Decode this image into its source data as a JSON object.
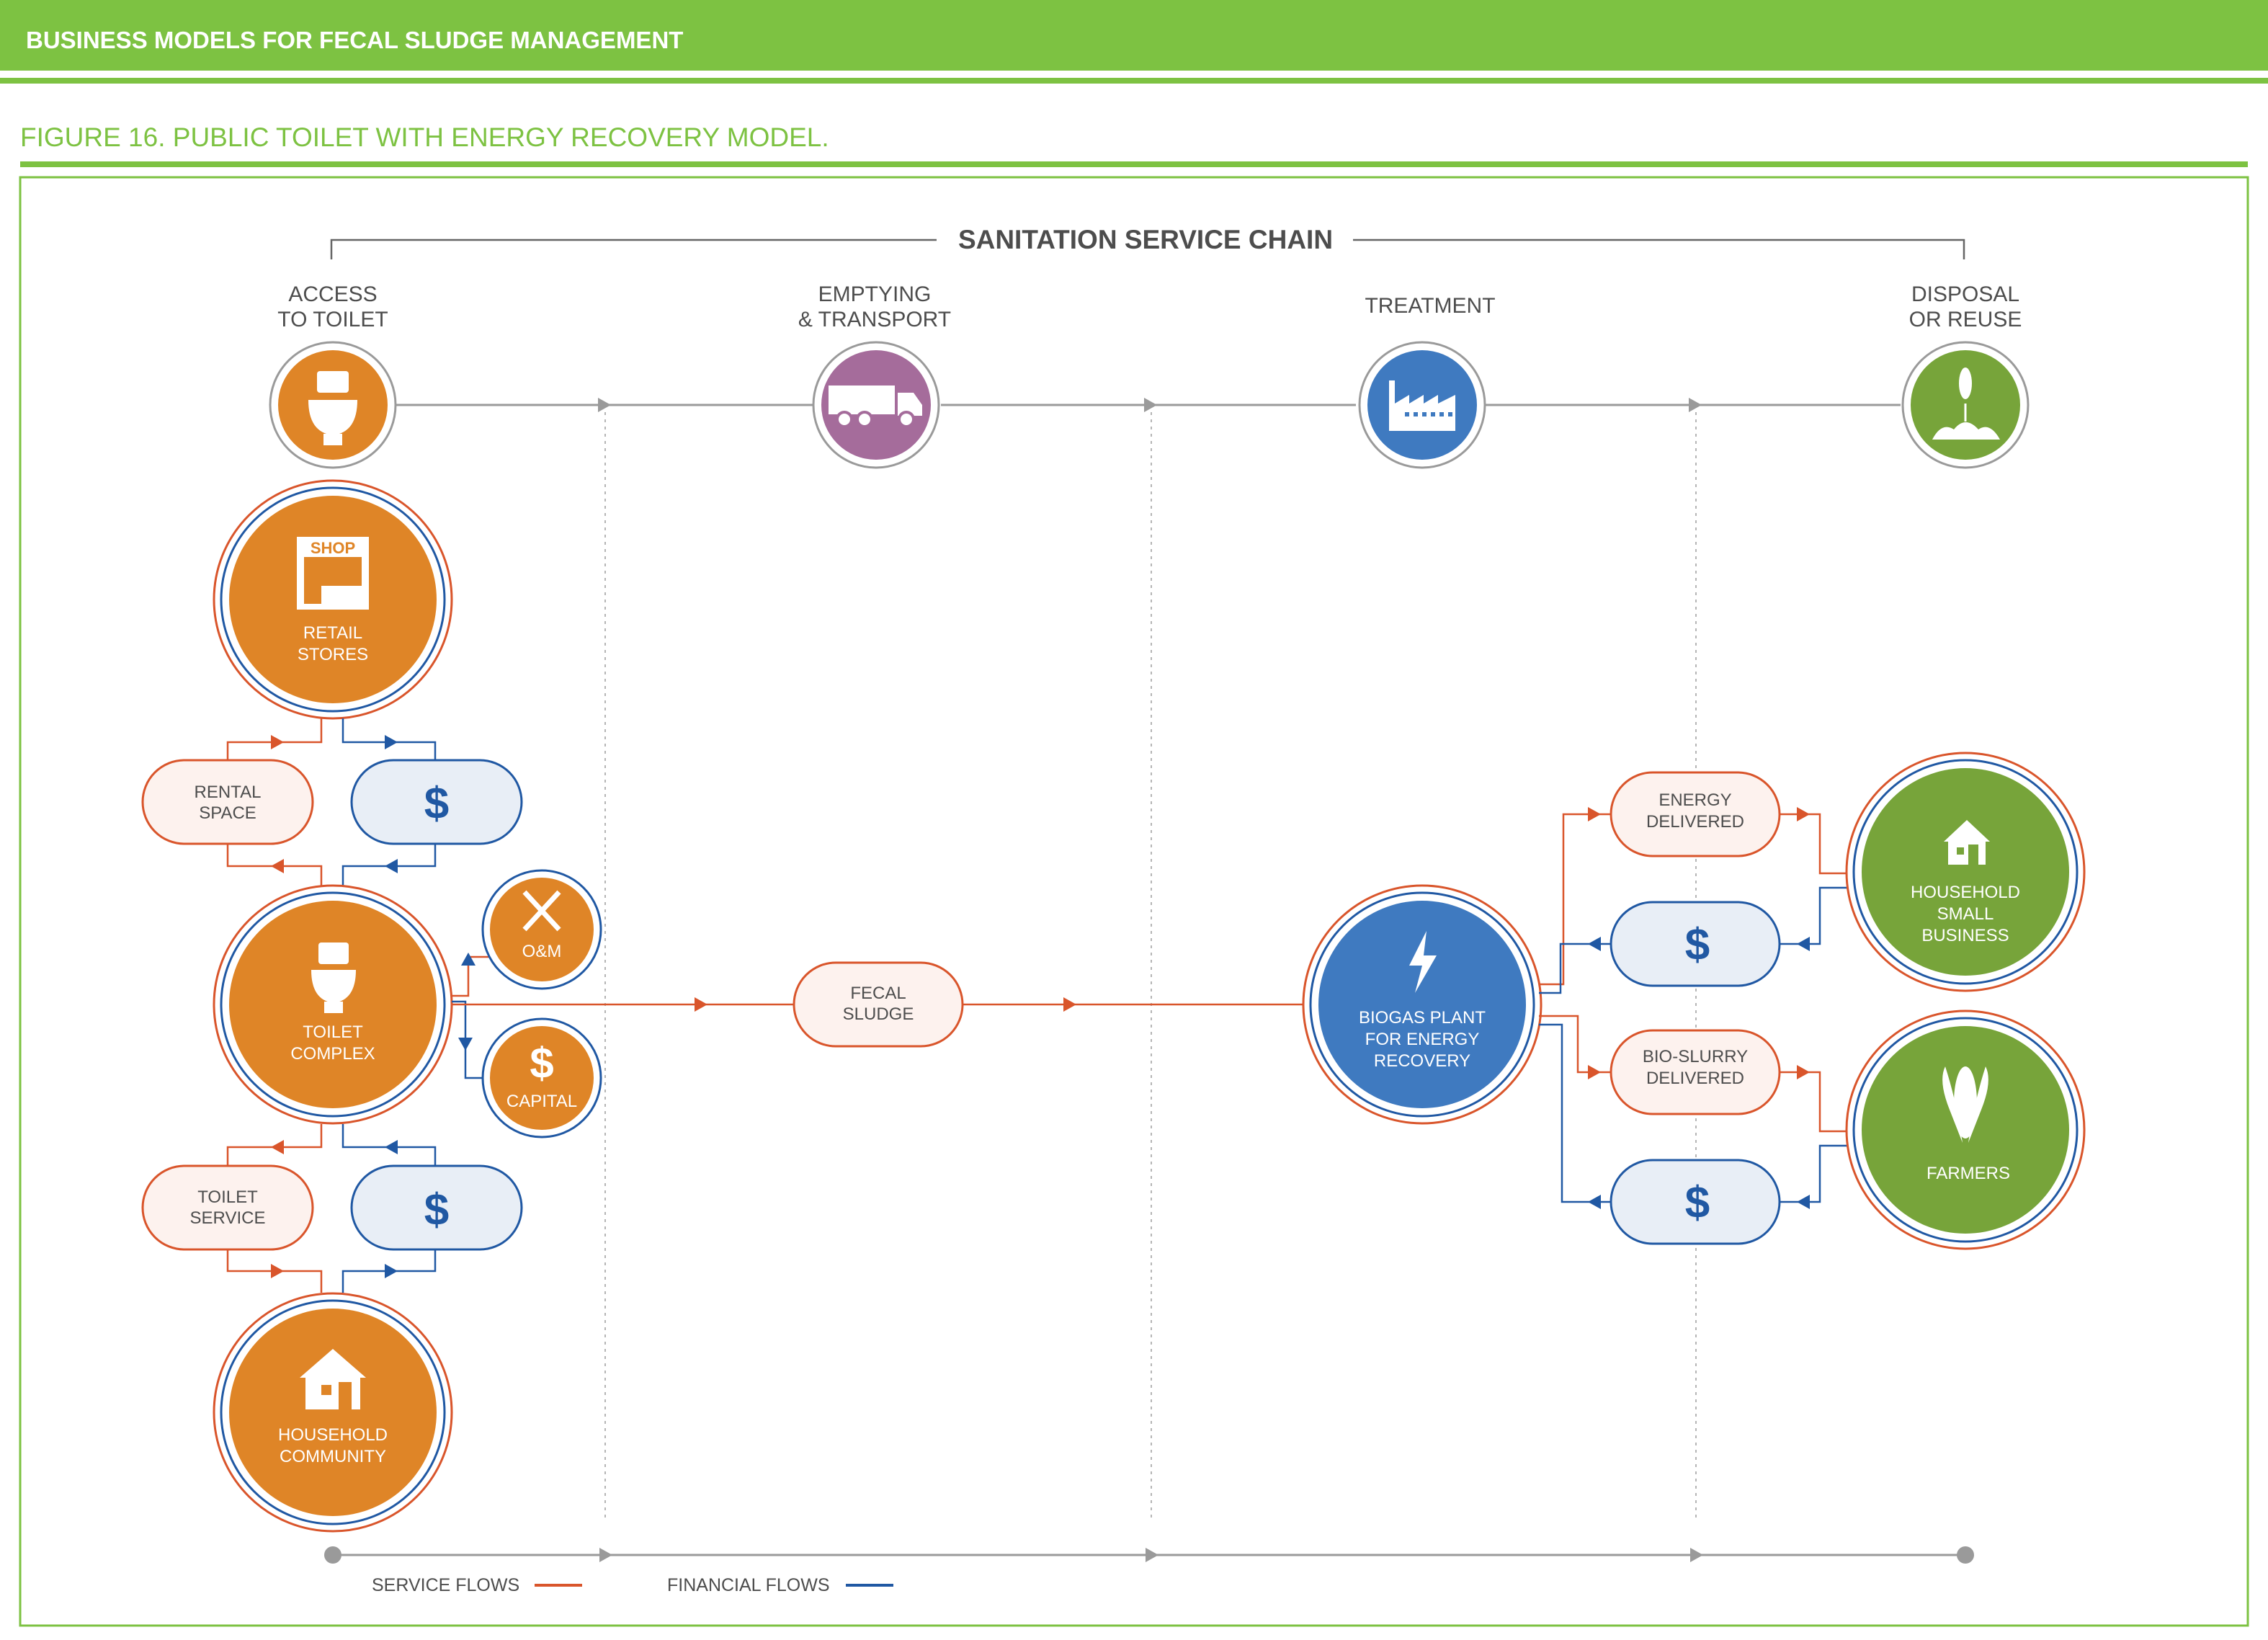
{
  "header": {
    "title": "BUSINESS MODELS FOR FECAL SLUDGE MANAGEMENT",
    "figure_title": "FIGURE 16. PUBLIC TOILET WITH ENERGY RECOVERY MODEL."
  },
  "colors": {
    "header_green": "#7dc242",
    "service_flow": "#d9552b",
    "financial_flow": "#2058a3",
    "orange_node": "#df8527",
    "purple_stage": "#a56c9b",
    "blue_stage": "#3f7ac0",
    "green_stage": "#77a43a",
    "pill_fill": "#fdf2ee",
    "money_fill": "#e8eef6"
  },
  "chain": {
    "title": "SANITATION SERVICE CHAIN",
    "stages": [
      {
        "line1": "ACCESS",
        "line2": "TO TOILET",
        "icon": "toilet-icon"
      },
      {
        "line1": "EMPTYING",
        "line2": "& TRANSPORT",
        "icon": "truck-icon"
      },
      {
        "line1": "TREATMENT",
        "line2": "",
        "icon": "factory-icon"
      },
      {
        "line1": "DISPOSAL",
        "line2": "OR REUSE",
        "icon": "corn-field-icon"
      }
    ]
  },
  "nodes": {
    "retail": {
      "line1": "RETAIL",
      "line2": "STORES",
      "icon": "shop-icon",
      "shop_text": "SHOP"
    },
    "toilet_complex": {
      "line1": "TOILET",
      "line2": "COMPLEX",
      "icon": "toilet-icon"
    },
    "om": {
      "label": "O&M",
      "icon": "tools-icon"
    },
    "capital": {
      "label": "CAPITAL",
      "icon": "dollar-icon",
      "symbol": "$"
    },
    "household_community": {
      "line1": "HOUSEHOLD",
      "line2": "COMMUNITY",
      "icon": "house-icon"
    },
    "biogas": {
      "line1": "BIOGAS PLANT",
      "line2": "FOR ENERGY",
      "line3": "RECOVERY",
      "icon": "lightning-icon"
    },
    "household_small_business": {
      "line1": "HOUSEHOLD",
      "line2": "SMALL",
      "line3": "BUSINESS",
      "icon": "house-icon"
    },
    "farmers": {
      "label": "FARMERS",
      "icon": "corn-icon"
    }
  },
  "pills": {
    "rental_space": {
      "line1": "RENTAL",
      "line2": "SPACE"
    },
    "toilet_service": {
      "line1": "TOILET",
      "line2": "SERVICE"
    },
    "fecal_sludge": {
      "line1": "FECAL",
      "line2": "SLUDGE"
    },
    "energy_delivered": {
      "line1": "ENERGY",
      "line2": "DELIVERED"
    },
    "bio_slurry": {
      "line1": "BIO-SLURRY",
      "line2": "DELIVERED"
    },
    "money_symbol": "$"
  },
  "legend": {
    "service": "SERVICE FLOWS",
    "financial": "FINANCIAL FLOWS"
  }
}
